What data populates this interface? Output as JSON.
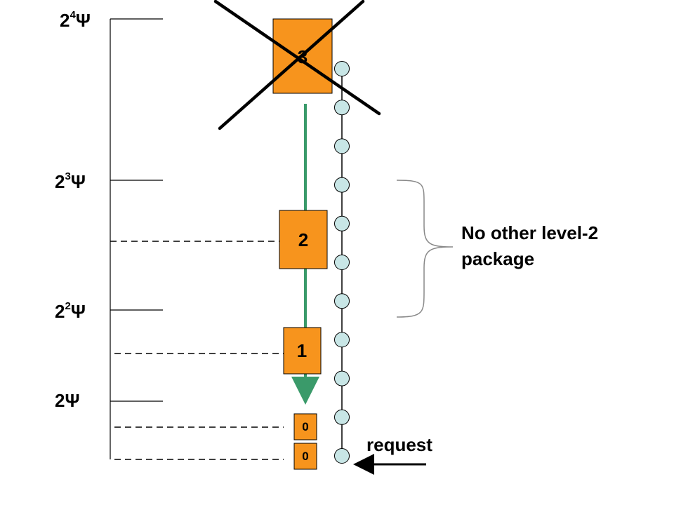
{
  "axis_labels": [
    {
      "base": "2",
      "exp": "4",
      "unit": "Ψ"
    },
    {
      "base": "2",
      "exp": "3",
      "unit": "Ψ"
    },
    {
      "base": "2",
      "exp": "2",
      "unit": "Ψ"
    },
    {
      "base": "2",
      "exp": "",
      "unit": "Ψ"
    }
  ],
  "packages": [
    {
      "label": "3",
      "crossed_out": true
    },
    {
      "label": "2",
      "crossed_out": false
    },
    {
      "label": "1",
      "crossed_out": false
    },
    {
      "label": "0",
      "crossed_out": false
    },
    {
      "label": "0",
      "crossed_out": false
    }
  ],
  "annotation": {
    "line1": "No other level-2",
    "line2": "package"
  },
  "request_label": "request",
  "node_count": 11,
  "colors": {
    "package_fill": "#f7941d",
    "node_fill": "#c8e6e6",
    "arrow": "#3a9a6a",
    "line": "#000000",
    "brace": "#888888"
  }
}
